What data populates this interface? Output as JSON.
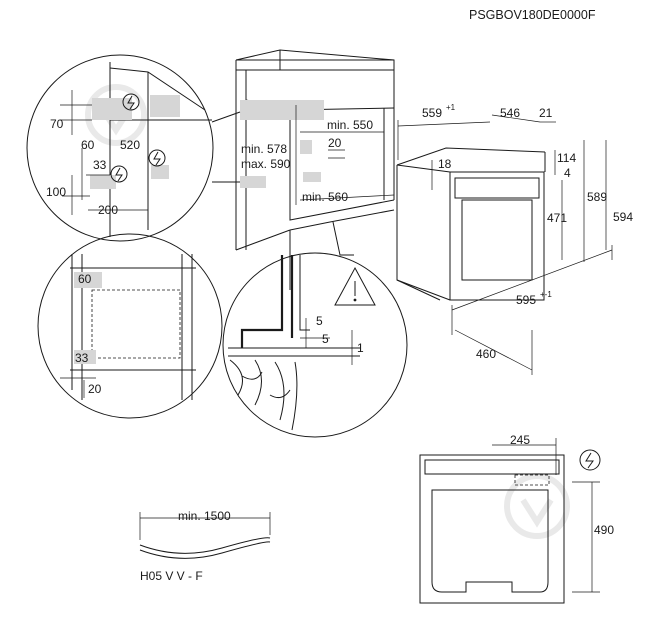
{
  "header": {
    "code": "PSGBOV180DE0000F"
  },
  "niche_view": {
    "min_550": "min. 550",
    "min_578": "min. 578",
    "max_590": "max. 590",
    "d20": "20",
    "min_560": "min. 560"
  },
  "detail_top_left": {
    "d70": "70",
    "d60": "60",
    "d520": "520",
    "d33": "33",
    "d100": "100",
    "d200": "200"
  },
  "detail_middle_left": {
    "d60": "60",
    "d33": "33",
    "d20": "20"
  },
  "detail_section": {
    "d5a": "5",
    "d5b": "5",
    "d1": "1"
  },
  "oven_view": {
    "d559": "559",
    "d559_sup": "+1",
    "d546": "546",
    "d21": "21",
    "d18": "18",
    "d114": "114",
    "d4": "4",
    "d471": "471",
    "d589": "589",
    "d594": "594",
    "d595": "595",
    "d595_sup": "+-1",
    "d460": "460"
  },
  "cable": {
    "min_1500": "min. 1500",
    "type": "H05 V V - F"
  },
  "rear_view": {
    "d245": "245",
    "d490": "490"
  },
  "icons": [
    "electric-warning-icon",
    "hazard-warning-icon",
    "watermark-logo"
  ]
}
